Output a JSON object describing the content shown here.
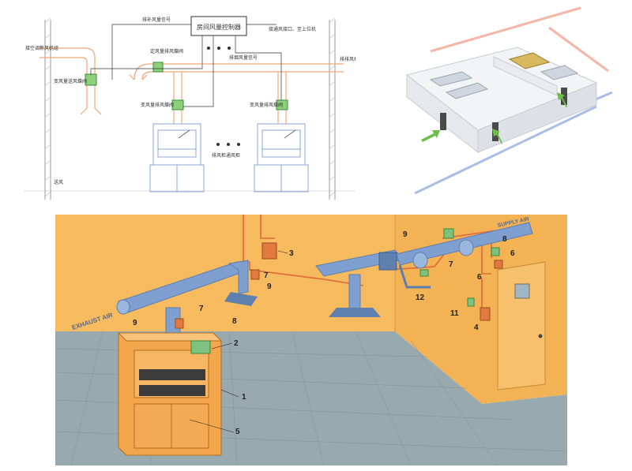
{
  "schematic": {
    "controller": "房间风量控制器",
    "labels": {
      "supply_signal": "排补风量信号",
      "exhaust_signal": "排烟风量信号",
      "to_exhaust": "接通风接口、至上位机",
      "exhaust_fan": "排排风机",
      "ac_unit": "接空调新风机组",
      "var_supply_valve": "变风量送风蝶阀",
      "var_air_valve": "定风量排风蝶阀",
      "var_exhaust_valve_left": "变风量排风蝶阀",
      "var_exhaust_valve_right": "变风量排风蝶阀",
      "hood_caption": "排风柜通风柜",
      "floor_note": "送风"
    }
  },
  "lab_scene": {
    "exhaust_caption": "EXHAUST AIR",
    "supply_caption": "SUPPLY AIR",
    "callouts": [
      "1",
      "2",
      "3",
      "4",
      "5",
      "6",
      "6",
      "7",
      "7",
      "7",
      "8",
      "8",
      "9",
      "9",
      "9",
      "11",
      "12"
    ]
  },
  "colors": {
    "wall": "#f6bb5e",
    "floor": "#98aab0",
    "duct": "#7e9fcf",
    "cabinet": "#f3a64b",
    "wire": "#e0663c"
  }
}
